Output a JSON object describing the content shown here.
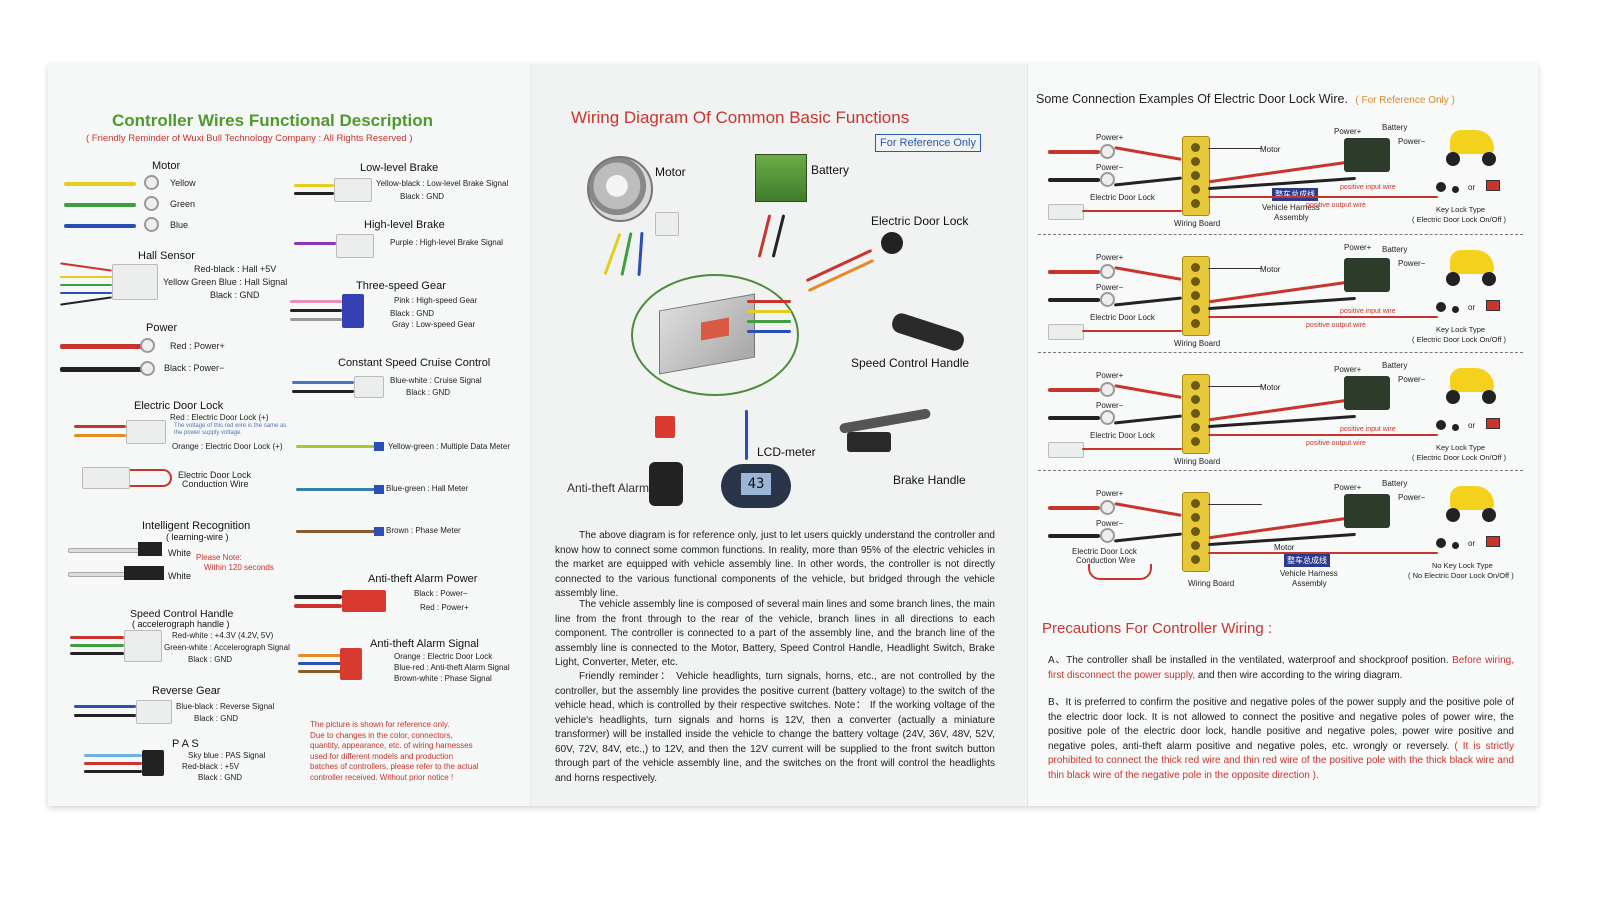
{
  "left": {
    "title": "Controller Wires Functional Description",
    "subtitle": "( Friendly Reminder of Wuxi Bull Technology Company :  All Rights Reserved )",
    "motor": {
      "title": "Motor",
      "yellow": "Yellow",
      "green": "Green",
      "blue": "Blue"
    },
    "hall": {
      "title": "Hall  Sensor",
      "l1": "Red-black : Hall +5V",
      "l2": "Yellow  Green  Blue : Hall Signal",
      "l3": "Black : GND"
    },
    "power": {
      "title": "Power",
      "l1": "Red : Power+",
      "l2": "Black : Power−"
    },
    "door": {
      "title": "Electric Door Lock",
      "l1": "Red : Electric Door Lock (+)",
      "note": "The voltage of this red wire is the same as the power supply voltage.",
      "l2": "Orange : Electric Door Lock (+)"
    },
    "conduction": {
      "l1": "Electric Door Lock",
      "l2": "Conduction Wire"
    },
    "intelligent": {
      "title": "Intelligent  Recognition",
      "sub": "( learning-wire )",
      "white1": "White",
      "white2": "White",
      "note1": "Please Note:",
      "note2": "Within 120 seconds"
    },
    "speed": {
      "title": "Speed Control Handle",
      "sub": "( accelerograph handle )",
      "l1": "Red-white : +4.3V (4.2V, 5V)",
      "l2": "Green-white : Accelerograph Signal",
      "l3": "Black : GND"
    },
    "reverse": {
      "title": "Reverse  Gear",
      "l1": "Blue-black : Reverse Signal",
      "l2": "Black : GND"
    },
    "pas": {
      "title": "P A S",
      "l1": "Sky blue : PAS Signal",
      "l2": "Red-black : +5V",
      "l3": "Black : GND"
    },
    "lowbrake": {
      "title": "Low-level Brake",
      "l1": "Yellow-black : Low-level Brake Signal",
      "l2": "Black : GND"
    },
    "highbrake": {
      "title": "High-level Brake",
      "l1": "Purple : High-level Brake Signal"
    },
    "gear": {
      "title": "Three-speed Gear",
      "l1": "Pink : High-speed Gear",
      "l2": "Black : GND",
      "l3": "Gray : Low-speed Gear"
    },
    "cruise": {
      "title": "Constant Speed Cruise Control",
      "l1": "Blue-white : Cruise Signal",
      "l2": "Black : GND"
    },
    "multi": "Yellow-green : Multiple Data Meter",
    "hallmeter": "Blue-green : Hall Meter",
    "phase": "Brown : Phase Meter",
    "alarmpower": {
      "title": "Anti-theft Alarm Power",
      "l1": "Black : Power−",
      "l2": "Red : Power+"
    },
    "alarmsignal": {
      "title": "Anti-theft Alarm Signal",
      "l1": "Orange : Electric Door Lock",
      "l2": "Blue-red : Anti-theft Alarm Signal",
      "l3": "Brown-white : Phase Signal"
    },
    "footnote": [
      "The picture is shown for reference only.",
      "Due to changes in the color, connectors,",
      "quantity, appearance, etc. of wiring harnesses",
      "used for different models and production",
      "batches of controllers, please refer to the actual",
      "controller received.    Without prior notice !"
    ]
  },
  "middle": {
    "title": "Wiring Diagram Of Common Basic Functions",
    "ref": "For Reference Only",
    "labels": {
      "motor": "Motor",
      "battery": "Battery",
      "door": "Electric Door Lock",
      "speed": "Speed Control Handle",
      "lcd": "LCD-meter",
      "brake": "Brake Handle",
      "alarm": "Anti-theft Alarm"
    },
    "lcd_value": "43",
    "paragraphs": [
      "The above diagram is for reference only, just to let users quickly understand the controller and know how to connect some common functions.     In reality, more than 95% of the electric vehicles in the market are equipped with vehicle assembly line. In other words, the controller is not directly connected to the various functional components of the vehicle, but bridged through the vehicle assembly line.",
      "The vehicle assembly line is composed of several main lines and some branch lines, the main line from the front through to the rear of the vehicle, branch lines in all directions to each component. The controller is connected to a part of the assembly line, and the branch line of the assembly line is connected to the Motor, Battery, Speed Control Handle, Headlight Switch, Brake Light, Converter, Meter, etc.",
      "Friendly reminder： Vehicle headlights, turn signals, horns, etc., are not controlled by the controller, but the assembly line provides the positive current (battery voltage) to the switch of the vehicle head, which is controlled by their respective switches.          Note： If the working voltage of the vehicle's headlights, turn signals and horns is 12V, then a converter (actually a miniature transformer) will be installed inside the vehicle to change the battery voltage (24V, 36V, 48V, 52V, 60V, 72V, 84V, etc.,) to 12V, and then the 12V current will be supplied to the front switch button through part of the vehicle assembly line, and the switches on the front will control the headlights and horns respectively."
    ]
  },
  "right": {
    "title": "Some Connection Examples Of Electric Door Lock Wire.",
    "ref": "( For Reference Only )",
    "d": {
      "powerplus": "Power+",
      "powerminus": "Power−",
      "motor": "Motor",
      "battery": "Battery",
      "doorlock": "Electric Door Lock",
      "board": "Wiring Board",
      "harness_cn": "整车总成线",
      "harness1": "Vehicle Harness",
      "harness2": "Assembly",
      "posin": "positive input wire",
      "posout": "positive output wire",
      "key1": "Key Lock Type",
      "key2": "( Electric Door Lock On/Off )",
      "conduct1": "Electric Door Lock",
      "conduct2": "Conduction Wire",
      "nokey1": "No Key Lock Type",
      "nokey2": "( No Electric Door Lock On/Off )",
      "or": "or"
    },
    "precautions": {
      "title": "Precautions For Controller Wiring :",
      "a_black": "A、The controller shall be installed in the ventilated, waterproof and shockproof position.",
      "a_red": "Before wiring, first disconnect the power supply,",
      "a_black2": "and then wire according to the wiring diagram.",
      "b_black": "B、It is preferred to confirm the positive and negative poles of the power supply and the positive pole of the electric door lock.  It is not allowed to connect the positive and negative poles of power wire, the positive pole of the electric door lock, handle positive and negative poles, power wire positive and negative poles, anti-theft alarm positive and negative poles, etc. wrongly or reversely.",
      "b_red": "( It is strictly prohibited to connect the thick red wire and thin red wire of the positive pole with the thick black wire and thin black wire of the negative pole in the opposite direction )."
    }
  }
}
